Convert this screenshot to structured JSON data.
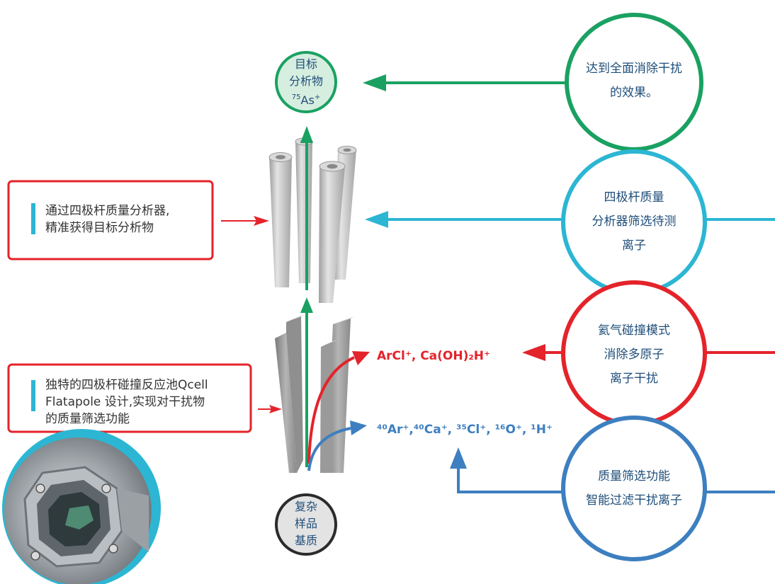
{
  "colors": {
    "green": "#1aa162",
    "cyan": "#2cb6d3",
    "red": "#e4232a",
    "blue": "#3d7fc0",
    "dark": "#333333",
    "rod": "#c9c9c9",
    "bar": "#a9a9a9"
  },
  "target": {
    "line1": "目标",
    "line2": "分析物",
    "ion_mass": "75",
    "ion_symbol": "As",
    "ion_charge": "+"
  },
  "sample": {
    "line1": "复杂",
    "line2": "样品",
    "line3": "基质"
  },
  "circles": [
    {
      "id": "elimination",
      "lines": [
        "达到全面消除干扰",
        "的效果。"
      ]
    },
    {
      "id": "quadrupole",
      "lines": [
        "四极杆质量",
        "分析器筛选待测",
        "离子"
      ]
    },
    {
      "id": "helium",
      "lines": [
        "氦气碰撞模式",
        "消除多原子",
        "离子干扰"
      ]
    },
    {
      "id": "mass-filter",
      "lines": [
        "质量筛选功能",
        "智能过滤干扰离子"
      ]
    }
  ],
  "callouts": [
    {
      "id": "quadrupole-note",
      "lines": [
        "通过四极杆质量分析器,",
        "精准获得目标分析物"
      ]
    },
    {
      "id": "qcell-note",
      "lines": [
        "独特的四极杆碰撞反应池Qcell",
        "Flatapole 设计,实现对干扰物",
        "的质量筛选功能"
      ]
    }
  ],
  "polyatomic_ions": "ArCl⁺, Ca(OH)₂H⁺",
  "atomic_ions": "⁴⁰Ar⁺,⁴⁰Ca⁺, ³⁵Cl⁺, ¹⁶O⁺, ¹H⁺",
  "icons": [
    "quadrupole-rods-icon",
    "flatapole-bars-icon",
    "qcell-hardware-photo"
  ]
}
